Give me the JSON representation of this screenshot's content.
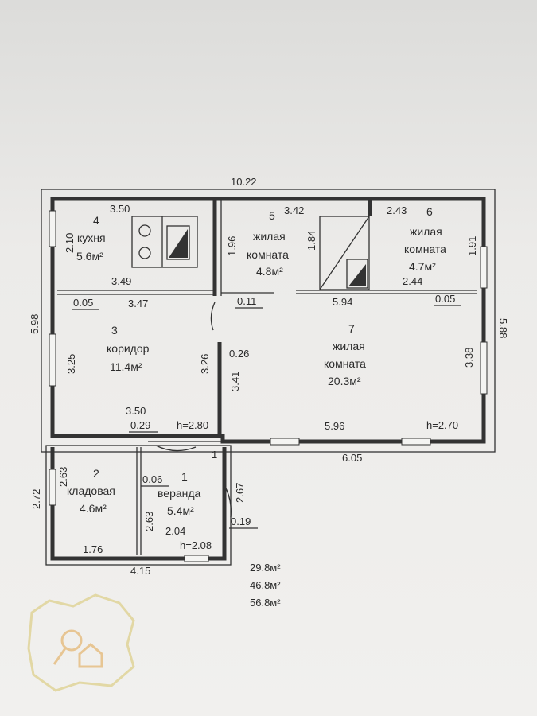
{
  "overall": {
    "width": "10.22",
    "height_left": "5.98",
    "height_right": "5.88"
  },
  "rooms": [
    {
      "num": "1",
      "name": "веранда",
      "area": "5.4м²"
    },
    {
      "num": "2",
      "name": "кладовая",
      "area": "4.6м²"
    },
    {
      "num": "3",
      "name": "коридор",
      "area": "11.4м²"
    },
    {
      "num": "4",
      "name": "кухня",
      "area": "5.6м²"
    },
    {
      "num": "5",
      "name_line1": "жилая",
      "name_line2": "комната",
      "area": "4.8м²"
    },
    {
      "num": "6",
      "name_line1": "жилая",
      "name_line2": "комната",
      "area": "4.7м²"
    },
    {
      "num": "7",
      "name_line1": "жилая",
      "name_line2": "комната",
      "area": "20.3м²"
    }
  ],
  "dims": {
    "kitchen_top": "3.50",
    "kitchen_left": "2.10",
    "kitchen_bottom": "3.49",
    "r5_top": "3.42",
    "r5_left": "1.96",
    "r5_right": "1.84",
    "r6_top": "2.43",
    "r6_right": "1.91",
    "r6_bottom": "2.44",
    "corr_top": "3.47",
    "corr_left": "3.25",
    "corr_right": "3.26",
    "corr_bottom": "3.50",
    "r7_top": "5.94",
    "r7_left": "3.41",
    "r7_right": "3.38",
    "r7_bottom": "5.96",
    "bottom_right": "6.05",
    "left_lower": "2.72",
    "stor_left": "2.63",
    "stor_right": "2.63",
    "stor_bottom": "1.76",
    "ver_bottom": "2.04",
    "ver_right": "2.67",
    "bottom_left": "4.15",
    "wall_a": "0.05",
    "wall_b": "0.11",
    "wall_c": "0.05",
    "wall_d": "0.26",
    "wall_e": "0.29",
    "wall_f": "0.06",
    "wall_g": "0.19",
    "h1": "h=2.80",
    "h2": "h=2.70",
    "h3": "h=2.08",
    "door_num": "1"
  },
  "totals": [
    "29.8м²",
    "46.8м²",
    "56.8м²"
  ]
}
